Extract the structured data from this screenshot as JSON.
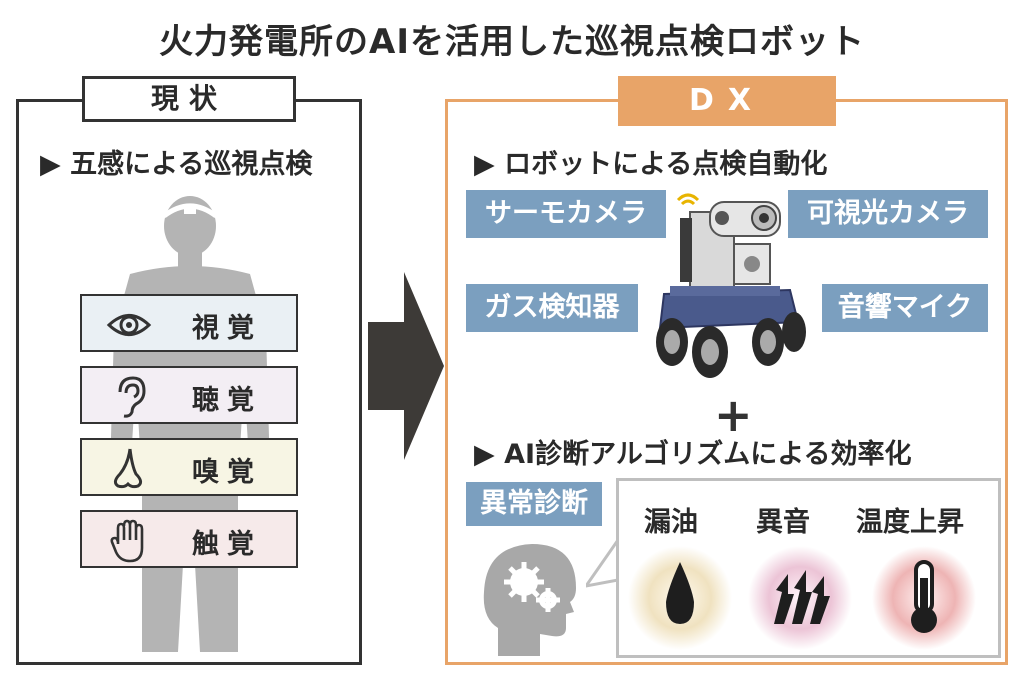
{
  "title": "火力発電所のAIを活用した巡視点検ロボット",
  "left": {
    "header": "現状",
    "subtitle": "▶ 五感による巡視点検",
    "senses": [
      {
        "label": "視覚",
        "icon": "eye-icon",
        "bg": "#eaf0f4"
      },
      {
        "label": "聴覚",
        "icon": "ear-icon",
        "bg": "#f3eef4"
      },
      {
        "label": "嗅覚",
        "icon": "nose-icon",
        "bg": "#f7f5e4"
      },
      {
        "label": "触覚",
        "icon": "hand-icon",
        "bg": "#f6eaea"
      }
    ]
  },
  "right": {
    "header": "DX",
    "sub1": "▶ ロボットによる点検自動化",
    "sensors": {
      "thermo": "サーモカメラ",
      "visible": "可視光カメラ",
      "gas": "ガス検知器",
      "mic": "音響マイク"
    },
    "plus": "+",
    "sub2": "▶ AI診断アルゴリズムによる効率化",
    "diagnosis_label": "異常診断",
    "diagnoses": [
      {
        "label": "漏油",
        "icon": "oil-drop-icon",
        "glow": "#e6d4a8"
      },
      {
        "label": "異音",
        "icon": "sound-wave-icon",
        "glow": "#e6b8cc"
      },
      {
        "label": "温度上昇",
        "icon": "thermometer-icon",
        "glow": "#eaaaaa"
      }
    ]
  },
  "colors": {
    "accent_orange": "#e8a468",
    "label_blue": "#7b9fbf",
    "dark": "#333333"
  }
}
